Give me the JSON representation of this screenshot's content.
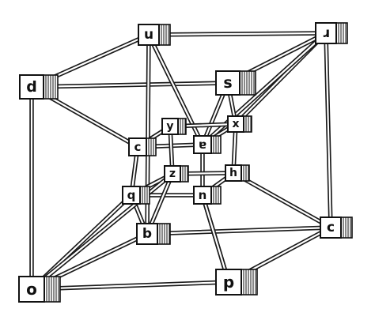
{
  "diagram": {
    "nodes": [
      {
        "id": "u",
        "label": "u"
      },
      {
        "id": "r_top",
        "label": "ɹ"
      },
      {
        "id": "d",
        "label": "d"
      },
      {
        "id": "s",
        "label": "s"
      },
      {
        "id": "y",
        "label": "y"
      },
      {
        "id": "x",
        "label": "x"
      },
      {
        "id": "c_inner",
        "label": "c"
      },
      {
        "id": "a_inner",
        "label": "ɐ"
      },
      {
        "id": "z",
        "label": "z"
      },
      {
        "id": "h",
        "label": "h"
      },
      {
        "id": "q",
        "label": "q"
      },
      {
        "id": "n",
        "label": "n"
      },
      {
        "id": "b",
        "label": "b"
      },
      {
        "id": "c_right",
        "label": "c"
      },
      {
        "id": "o",
        "label": "o"
      },
      {
        "id": "p",
        "label": "p"
      }
    ],
    "edges": [
      [
        "u",
        "r_top"
      ],
      [
        "u",
        "d"
      ],
      [
        "r_top",
        "s"
      ],
      [
        "d",
        "s"
      ],
      [
        "d",
        "o"
      ],
      [
        "r_top",
        "c_right"
      ],
      [
        "o",
        "p"
      ],
      [
        "p",
        "c_right"
      ],
      [
        "u",
        "b"
      ],
      [
        "b",
        "c_right"
      ],
      [
        "o",
        "b"
      ],
      [
        "d",
        "c_inner"
      ],
      [
        "u",
        "a_inner"
      ],
      [
        "s",
        "a_inner"
      ],
      [
        "r_top",
        "x"
      ],
      [
        "r_top",
        "a_inner"
      ],
      [
        "s",
        "x"
      ],
      [
        "c_inner",
        "y"
      ],
      [
        "y",
        "x"
      ],
      [
        "c_inner",
        "a_inner"
      ],
      [
        "a_inner",
        "x"
      ],
      [
        "c_inner",
        "q"
      ],
      [
        "a_inner",
        "n"
      ],
      [
        "x",
        "h"
      ],
      [
        "y",
        "z"
      ],
      [
        "q",
        "z"
      ],
      [
        "z",
        "h"
      ],
      [
        "q",
        "n"
      ],
      [
        "n",
        "h"
      ],
      [
        "o",
        "q"
      ],
      [
        "p",
        "n"
      ],
      [
        "c_right",
        "h"
      ],
      [
        "q",
        "b"
      ],
      [
        "z",
        "b"
      ],
      [
        "n",
        "p"
      ],
      [
        "o",
        "z"
      ]
    ]
  }
}
